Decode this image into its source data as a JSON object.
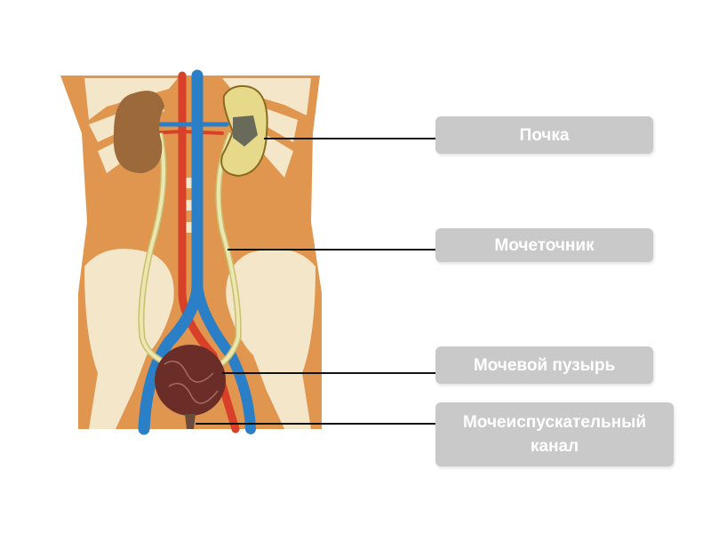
{
  "labels": {
    "kidney": "Почка",
    "ureter": "Мочеточник",
    "bladder": "Мочевой пузырь",
    "urethra_line1": "Мочеиспускательный",
    "urethra_line2": "канал"
  },
  "colors": {
    "body": "#e0964f",
    "bone": "#f4e6c8",
    "artery": "#d8402a",
    "vein": "#2a7fc6",
    "ureter": "#e6e0a0",
    "bladder": "#6a2d28",
    "label_bg": "#c9c9c9"
  }
}
